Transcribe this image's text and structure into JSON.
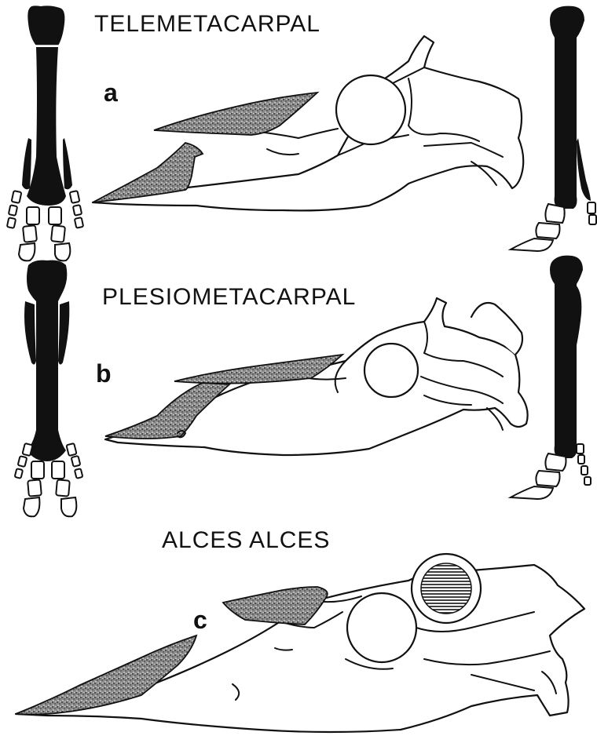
{
  "labels": {
    "top_heading": "TELEMETACARPAL",
    "middle_heading": "PLESIOMETACARPAL",
    "bottom_heading": "ALCES ALCES",
    "panel_a": "a",
    "panel_b": "b",
    "panel_c": "c"
  },
  "colors": {
    "ink": "#111111",
    "background": "#ffffff",
    "stipple": "#2a2a2a"
  },
  "icons": {
    "figure_a": [
      "front-foot-telemetacarpal-front-view",
      "skull-side-view-a",
      "front-foot-telemetacarpal-side-view"
    ],
    "figure_b": [
      "front-foot-plesiometacarpal-front-view",
      "skull-side-view-b",
      "front-foot-plesiometacarpal-side-view"
    ],
    "figure_c": [
      "moose-skull-side-view"
    ]
  }
}
